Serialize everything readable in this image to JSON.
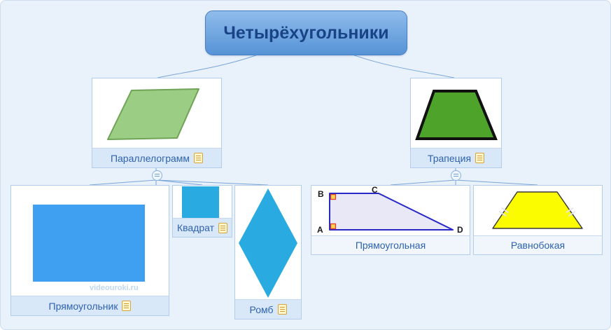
{
  "title": "Четырёхугольники",
  "watermark": "videouroki.ru",
  "tree": {
    "parallelogram": {
      "label": "Параллелограмм"
    },
    "trapezoid": {
      "label": "Трапеция"
    },
    "rectangle": {
      "label": "Прямоугольник"
    },
    "square": {
      "label": "Квадрат"
    },
    "rhombus": {
      "label": "Ромб"
    },
    "right_trapezoid": {
      "label": "Прямоугольная",
      "vertices": {
        "top_left": "B",
        "top_right": "C",
        "bottom_left": "A",
        "bottom_right": "D"
      }
    },
    "isosceles_trapezoid": {
      "label": "Равнобокая"
    }
  },
  "colors": {
    "background": "#e9f1fb",
    "title_fill_top": "#8fbceb",
    "title_fill_bottom": "#5693d6",
    "title_text": "#1a4287",
    "box_border": "#b3cdea",
    "label_bg": "#d9e8f8",
    "label_text": "#2e62b0",
    "connector": "#7aa6d6",
    "parallelogram_fill": "#9ccd84",
    "parallelogram_stroke": "#6fa356",
    "trapezoid_fill": "#4ea32b",
    "trapezoid_stroke": "#111111",
    "rectangle_fill": "#3f9ff0",
    "square_fill": "#29abe2",
    "rhombus_fill": "#29abe2",
    "right_trapezoid_fill": "#e8e8f6",
    "right_trapezoid_stroke": "#2929c8",
    "right_angle_marker_fill": "#ffd34d",
    "right_angle_marker_stroke": "#e23b2e",
    "isosceles_fill": "#fcfc00"
  }
}
